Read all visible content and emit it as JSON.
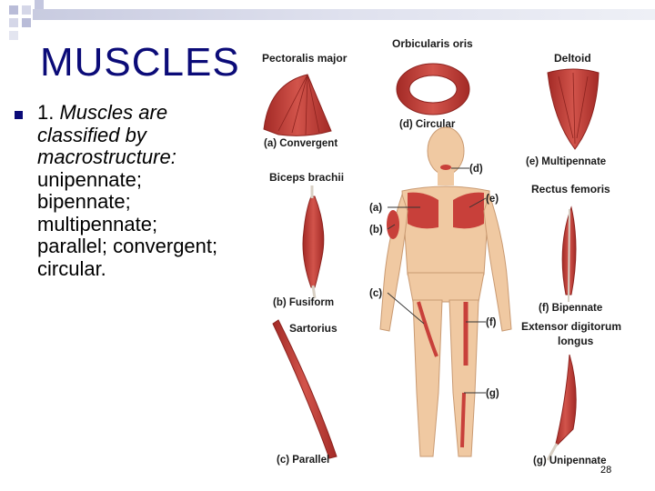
{
  "slide": {
    "title": "MUSCLES",
    "bullet_lead": "1. ",
    "bullet_italic": "Muscles are classified by macrostructure:",
    "bullet_rest": " unipennate; bipennate; multipennate; parallel; convergent; circular.",
    "page_number": "28"
  },
  "figure": {
    "muscle_names": {
      "pectoralis": "Pectoralis major",
      "orbicularis": "Orbicularis oris",
      "deltoid": "Deltoid",
      "biceps": "Biceps brachii",
      "rectus": "Rectus femoris",
      "sartorius": "Sartorius",
      "extensor_1": "Extensor digitorum",
      "extensor_2": "longus"
    },
    "types": {
      "a": "(a) Convergent",
      "b": "(b) Fusiform",
      "c": "(c) Parallel",
      "d": "(d) Circular",
      "e": "(e) Multipennate",
      "f": "(f) Bipennate",
      "g": "(g) Unipennate"
    },
    "pointers": {
      "a": "(a)",
      "b": "(b)",
      "c": "(c)",
      "d": "(d)",
      "e": "(e)",
      "f": "(f)",
      "g": "(g)"
    },
    "colors": {
      "muscle": "#c8403a",
      "muscle_light": "#e0736a",
      "tendon": "#ece4d8",
      "skin": "#f0c9a2",
      "title": "#0b0b78"
    }
  }
}
